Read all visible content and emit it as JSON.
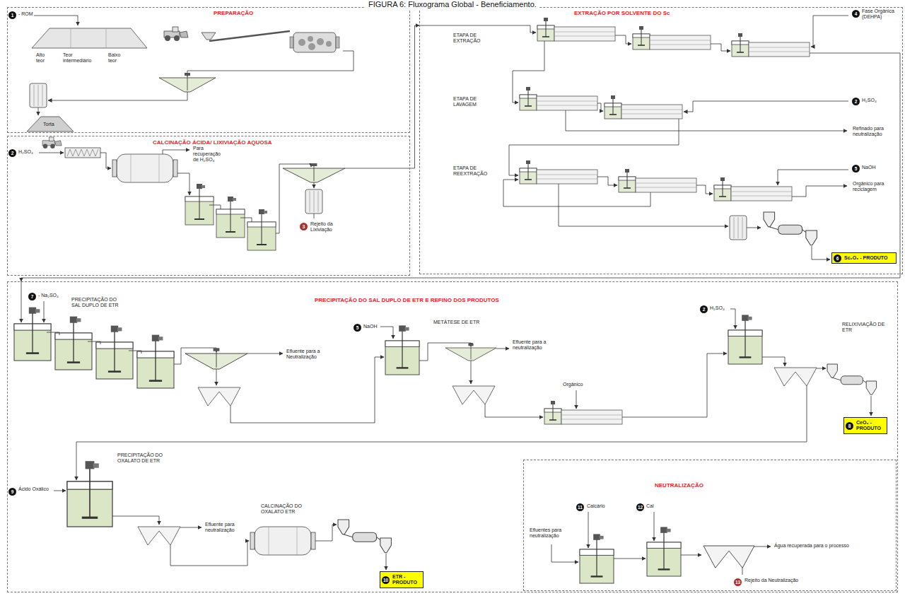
{
  "diagram": {
    "title": "FIGURA 6: Fluxograma Global - Beneficiamento.",
    "nodes": [
      {
        "text": [
          "PREPARAÇÃO"
        ]
      },
      {
        "text": [
          "CALCINAÇÃO ÁCIDA/ LIXIVIAÇÃO AQUOSA"
        ]
      },
      {
        "text": [
          "EXTRAÇÃO POR SOLVENTE DO Sc"
        ]
      },
      {
        "text": [
          "Sc₂O₃ - PRODUTO"
        ],
        "in": 2
      },
      {
        "text": [
          "PRECIPITAÇÃO DO SAL DUPLO DE ETR E REFINO DOS PRODUTOS"
        ]
      },
      {
        "text": [
          "CeO₂ - PRODUTO"
        ],
        "in": 4
      },
      {
        "text": [
          "ETR - PRODUTO"
        ],
        "in": 4
      },
      {
        "text": [
          "NEUTRALIZAÇÃO"
        ],
        "in": 4
      }
    ],
    "edges": [
      {
        "from": 1,
        "to": 2,
        "arrow": "to"
      },
      {
        "from": 2,
        "to": 4,
        "arrow": "to"
      }
    ],
    "labels": [
      "1",
      "- ROM",
      "Alto teor",
      "Teor intermediário",
      "Baixo teor",
      "Torta",
      "2",
      "H₂SO₄",
      "Para recuperação de H₂SO₄",
      "3",
      "Rejeito da Lixiviação",
      "ETAPA DE EXTRAÇÃO",
      "4",
      "Fase Orgânica (DEHPA)",
      "ETAPA DE LAVAGEM",
      "2",
      "H₂SO₄",
      "Refinado para neutralização",
      "ETAPA DE REEXTRAÇÃO",
      "5",
      "NaOH",
      "Orgânico para reciclagem",
      "6",
      "7",
      "- Na₂SO₄",
      "PRECIPITAÇÃO DO SAL DUPLO DE ETR",
      "Efluente para a Neutralização",
      "5",
      "NaOH",
      "METÁTESE DE ETR",
      "Efluente para a neutralização",
      "Orgânico",
      "2",
      "H₂SO₄",
      "RELIXIVIAÇÃO DE ETR",
      "8",
      "9",
      "Ácido Oxálico",
      "PRECIPITAÇÃO DO OXALATO DE ETR",
      "Efluente para neutralização",
      "CALCINAÇÃO DO OXALATO ETR",
      "10",
      "11",
      "Calcário",
      "12",
      "Cal",
      "Efluentes para neutralização",
      "Água recuperada para o processo",
      "13",
      "Rejeito da Neutralização"
    ]
  }
}
